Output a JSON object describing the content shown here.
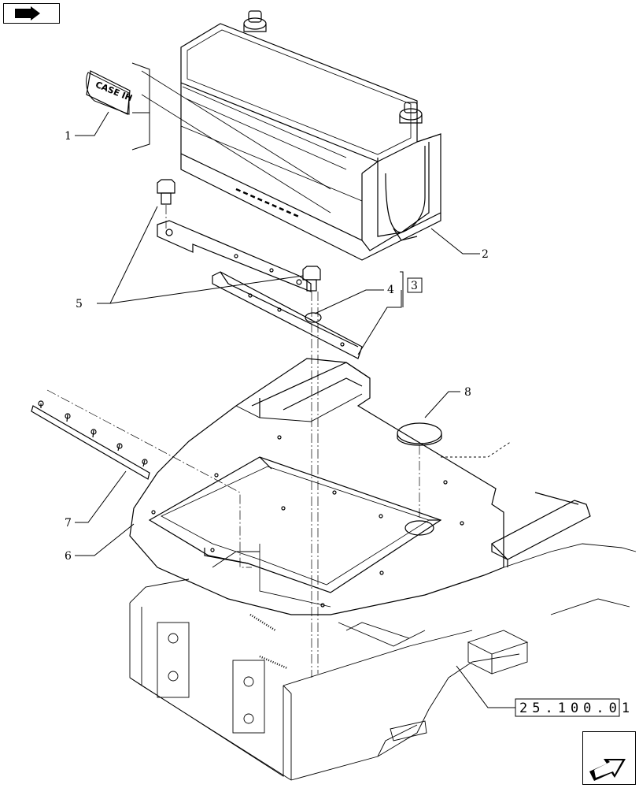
{
  "callouts": {
    "c1": "1",
    "c2": "2",
    "c3": "3",
    "c4": "4",
    "c5": "5",
    "c6": "6",
    "c7": "7",
    "c8": "8"
  },
  "reference": {
    "section_code": "25.100.01"
  },
  "logo_text": "CASE IH",
  "navigation": {
    "previous_icon": "arrow-back-icon",
    "next_icon": "arrow-forward-icon"
  }
}
